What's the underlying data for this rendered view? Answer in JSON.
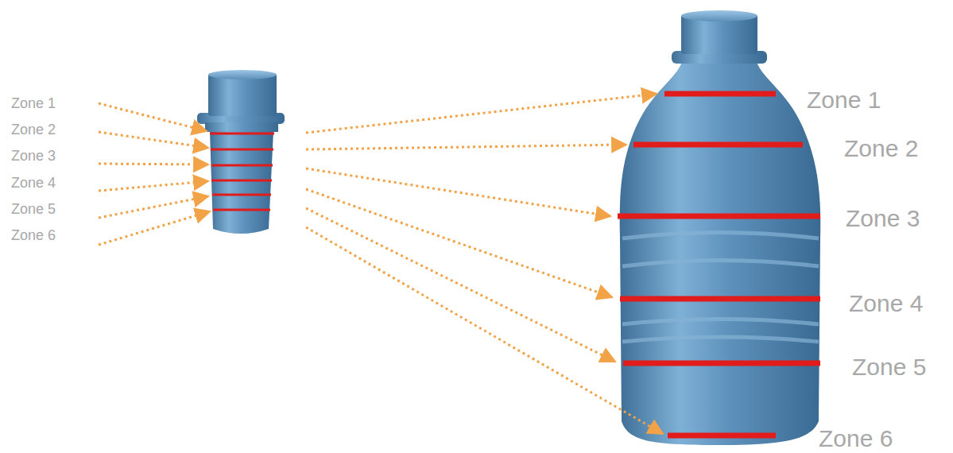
{
  "diagram": {
    "labels": [
      "Zone 1",
      "Zone 2",
      "Zone 3",
      "Zone 4",
      "Zone 5",
      "Zone 6",
      "Zone 1",
      "Zone 2",
      "Zone 3",
      "Zone 4",
      "Zone 5",
      "Zone 6"
    ]
  }
}
